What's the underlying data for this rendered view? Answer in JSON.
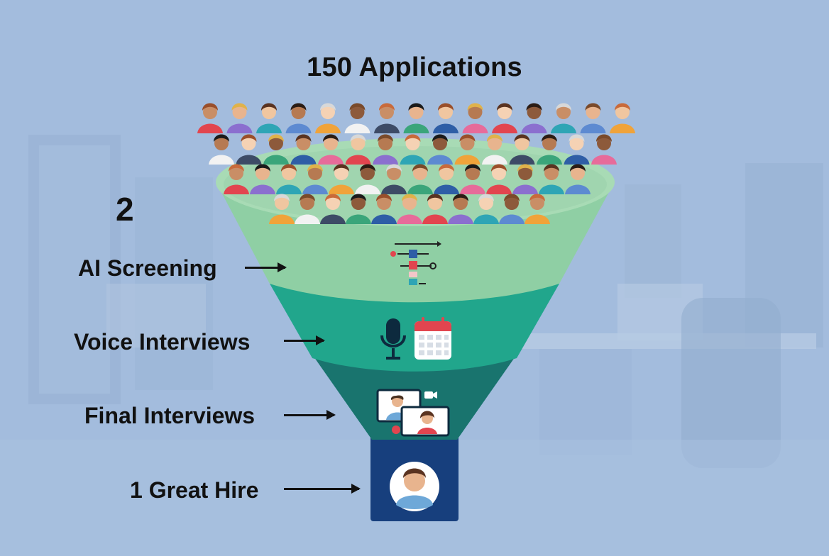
{
  "diagram": {
    "title": "150 Applications",
    "marker": "2",
    "stages": [
      {
        "label": "AI Screening",
        "icon": "checklist-icon",
        "color": "#8fcfa4"
      },
      {
        "label": "Voice Interviews",
        "icon": "microphone-calendar-icon",
        "color": "#21a68c"
      },
      {
        "label": "Final Interviews",
        "icon": "video-call-icon",
        "color": "#19746e"
      },
      {
        "label": "1 Great Hire",
        "icon": "candidate-avatar-icon",
        "color": "#173f7d"
      }
    ]
  },
  "colors": {
    "background": "#a3bcdd",
    "funnel_top": "#a8dbb5",
    "text": "#111111",
    "accent_red": "#e2454f"
  }
}
